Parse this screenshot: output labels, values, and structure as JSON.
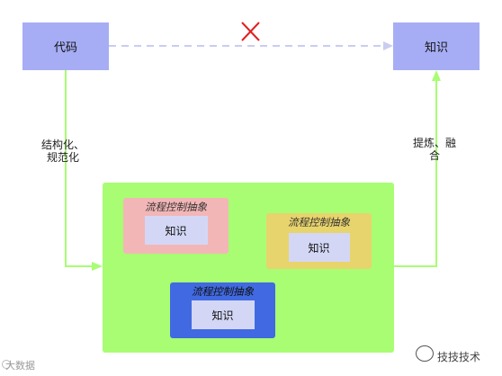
{
  "nodes": {
    "code": "代码",
    "knowledge_top": "知识"
  },
  "edges": {
    "left_label_line1": "结构化、",
    "left_label_line2": "规范化",
    "right_label_line1": "提炼、融",
    "right_label_line2": "合"
  },
  "abstractions": [
    {
      "title": "流程控制抽象",
      "inner": "知识"
    },
    {
      "title": "流程控制抽象",
      "inner": "知识"
    },
    {
      "title": "流程控制抽象",
      "inner": "知识"
    }
  ],
  "watermarks": {
    "left": "大数据",
    "right": "技技技术"
  },
  "colors": {
    "node": "#a6adf4",
    "green_area": "#a8fd73",
    "abs_pink": "#f3b6b6",
    "abs_yellow": "#e8d46c",
    "abs_blue": "#4169e1",
    "arrow_green": "#a8fd73",
    "dashed": "#c9cdf0",
    "cross": "#e02020"
  }
}
